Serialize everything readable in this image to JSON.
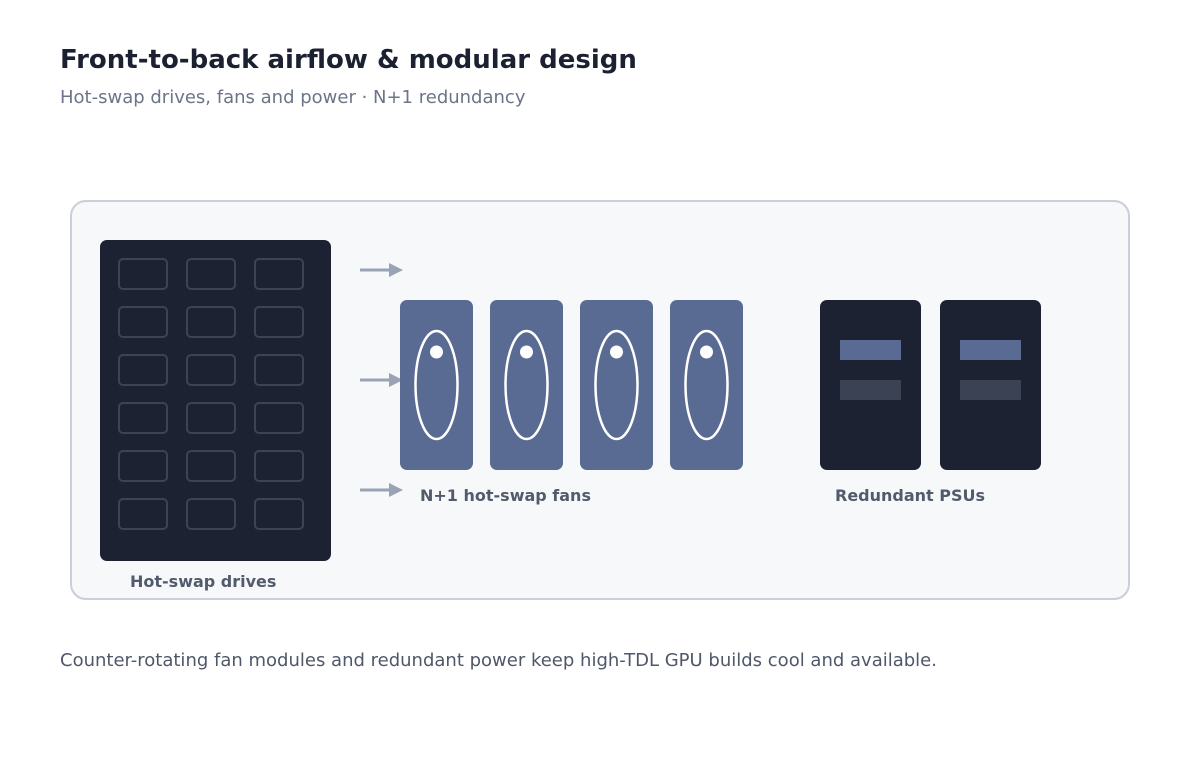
{
  "header": {
    "title": "Front-to-back airflow & modular design",
    "subtitle": "Hot-swap drives, fans and power · N+1 redundancy"
  },
  "diagram": {
    "drives": {
      "label": "Hot-swap drives",
      "rows": 6,
      "columns": 3
    },
    "airflow": {
      "arrow_count": 3
    },
    "fans": {
      "label": "N+1 hot-swap fans",
      "count": 4
    },
    "psus": {
      "label": "Redundant PSUs",
      "count": 2
    }
  },
  "footer": {
    "caption": "Counter-rotating fan modules and redundant power keep high-TDL GPU builds cool and available."
  },
  "colors": {
    "dark_module": "#1c2232",
    "fan_module": "#5a6b93",
    "panel_bg": "#f7f8fa",
    "panel_border": "#c9ced8",
    "arrow": "#9aa3b3"
  }
}
